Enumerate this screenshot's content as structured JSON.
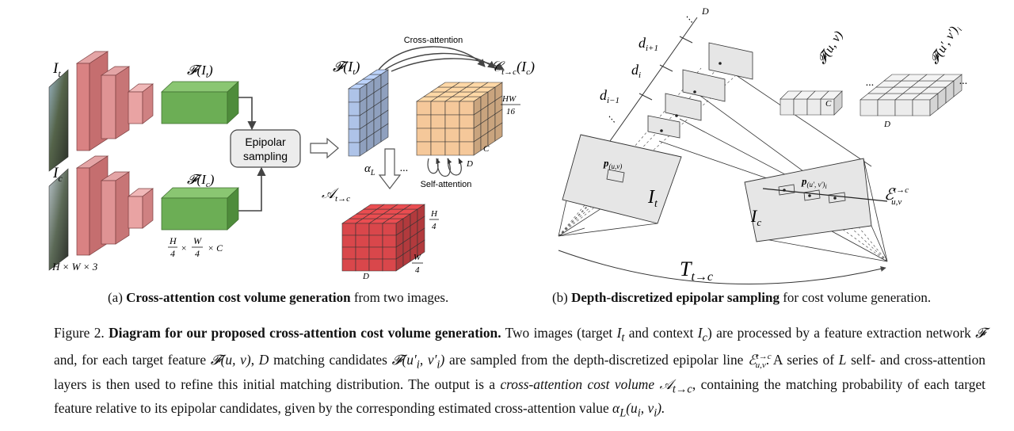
{
  "panel_a": {
    "input_t": "I",
    "input_t_sub": "t",
    "input_c": "I",
    "input_c_sub": "c",
    "feat_t": "𝓕(I",
    "feat_t_sub": "t",
    "feat_c": "𝓕(I",
    "feat_c_sub": "c",
    "input_dims": "H × W × 3",
    "feat_dims_h": "H",
    "feat_dims_h_den": "4",
    "feat_dims_w": "W",
    "feat_dims_w_den": "4",
    "feat_dims_c": "× C",
    "epipolar_line1": "Epipolar",
    "epipolar_line2": "sampling",
    "feat_cube_label": "𝓕(I",
    "feat_cube_sub": "t",
    "cross_attention": "Cross-attention",
    "self_attention": "Self-attention",
    "context_cube_label": "𝒞",
    "context_cube_sub": "t→c",
    "context_cube_arg": "(I",
    "context_cube_arg_sub": "c",
    "hw_num": "HW",
    "hw_den": "16",
    "c_dim": "C",
    "d_dim": "D",
    "alpha": "α",
    "alpha_sub": "L",
    "ellipsis": "...",
    "attn_label": "𝒜",
    "attn_sub": "t→c",
    "out_h": "H",
    "out_h_den": "4",
    "out_w": "W",
    "out_w_den": "4",
    "out_d": "D"
  },
  "panel_b": {
    "D": "D",
    "d_ip1": "d",
    "d_ip1_sub": "i+1",
    "d_i": "d",
    "d_i_sub": "i",
    "d_im1": "d",
    "d_im1_sub": "i−1",
    "p_uv": "p",
    "p_uv_sub": "(u,v)",
    "I_t": "I",
    "I_t_sub": "t",
    "I_c": "I",
    "I_c_sub": "c",
    "p_prime": "p",
    "p_prime_sub": "(u′, v′)",
    "p_prime_sub2": "i",
    "epi": "ℰ",
    "epi_sup": "t→c",
    "epi_sub": "u,v",
    "T": "T",
    "T_sub": "t→c",
    "F_uv": "𝓕(u, v)",
    "F_uv_prime": "𝓕(u′, v′)",
    "F_uv_prime_sub": "i",
    "C": "C",
    "D2": "D",
    "dots": "..."
  },
  "subcaption_a": {
    "prefix": "(a) ",
    "bold": "Cross-attention cost volume generation",
    "suffix": " from two images."
  },
  "subcaption_b": {
    "prefix": "(b) ",
    "bold": "Depth-discretized epipolar sampling",
    "suffix": " for cost volume generation."
  },
  "caption": {
    "fig": "Figure 2. ",
    "bold": "Diagram for our proposed cross-attention cost volume generation.",
    "t1": " Two images (target ",
    "It": "I",
    "It_sub": "t",
    "t2": " and context ",
    "Ic": "I",
    "Ic_sub": "c",
    "t3": ") are processed by a feature extraction network ",
    "F": "𝓕",
    "t4": " and, for each target feature ",
    "Fuv": "𝓕(u, v)",
    "t5": ", ",
    "D": "D",
    "t6": " matching candidates ",
    "Fuvp": "𝓕(u′",
    "Fuvp_sub": "i",
    "Fuvp2": ", v′",
    "Fuvp2_sub": "i",
    "Fuvp3": ")",
    "t7": " are sampled from the depth-discretized epipolar line ",
    "E": "ℰ",
    "E_sup": "t→c",
    "E_sub": "u,v",
    "t8": ". A series of ",
    "L": "L",
    "t9": " self- and cross-attention layers is then used to refine this initial matching distribution. The output is a ",
    "italic": "cross-attention cost volume",
    "t10": " ",
    "A": "𝒜",
    "A_sub": "t→c",
    "t11": ", containing the matching probability of each target feature relative to its epipolar candidates, given by the corresponding estimated cross-attention value ",
    "alpha": "α",
    "alpha_sub": "L",
    "alpha_arg": "(u",
    "alpha_arg_sub": "i",
    "alpha_arg2": ", v",
    "alpha_arg2_sub": "i",
    "alpha_arg3": ").",
    "colors": {
      "encoder": "#d98283",
      "feature": "#6cae55",
      "query_cube": "#aec3e8",
      "context_cube": "#f5c89a",
      "output_cube": "#d9474b",
      "plane": "#e6e6e6"
    }
  }
}
